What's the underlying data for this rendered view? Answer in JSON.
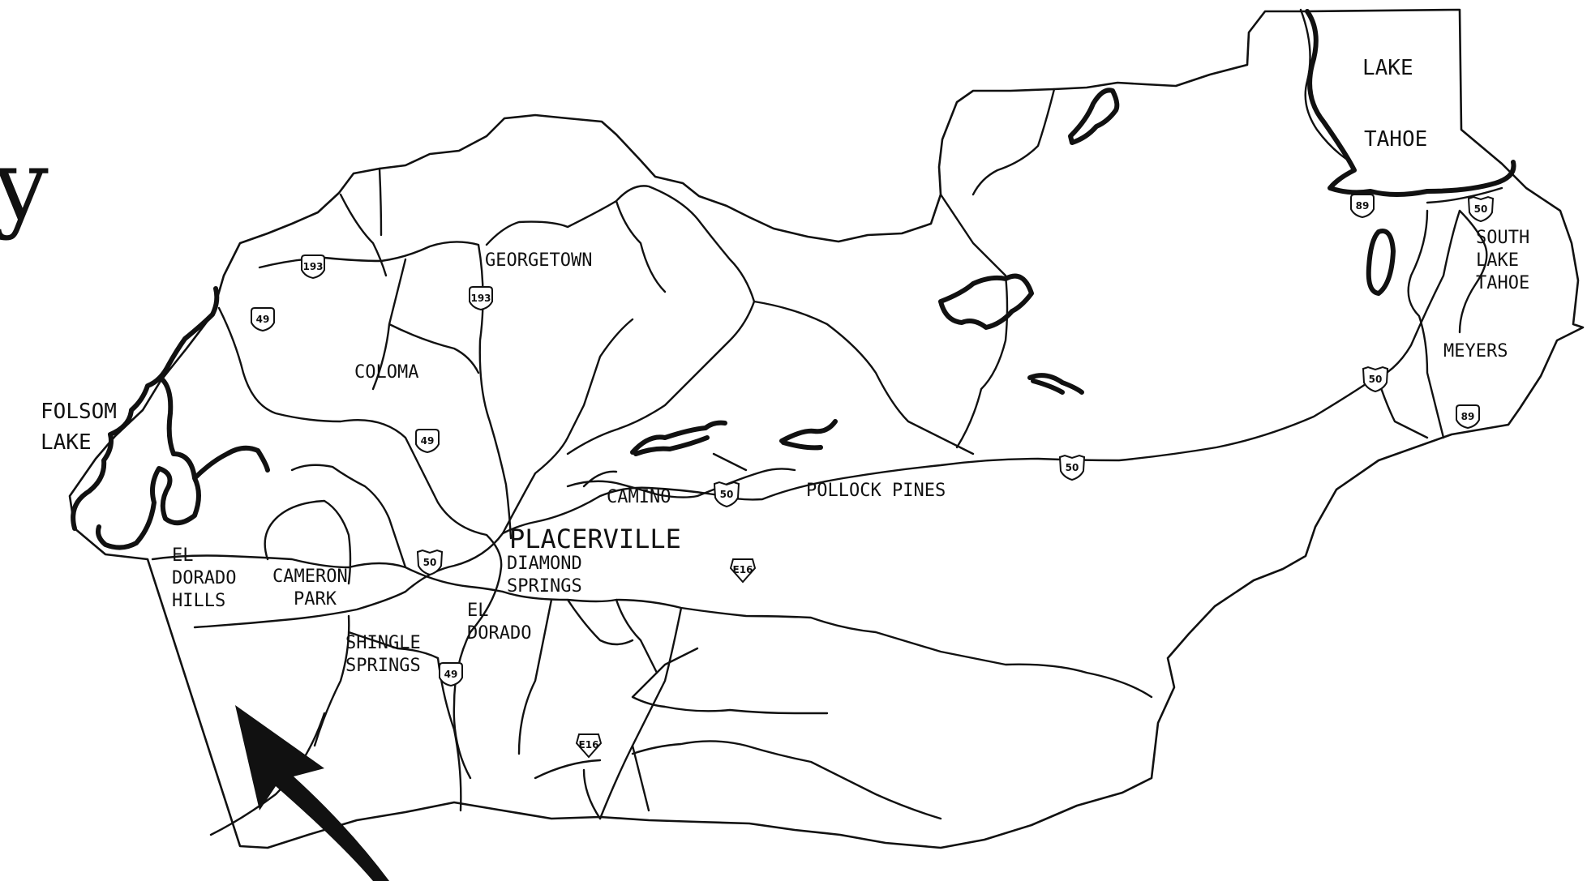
{
  "title_fragment": "y",
  "places": {
    "lake_tahoe_1": "LAKE",
    "lake_tahoe_2": "TAHOE",
    "georgetown": "GEORGETOWN",
    "coloma": "COLOMA",
    "folsom_1": "FOLSOM",
    "folsom_2": "LAKE",
    "south_lake_tahoe_1": "SOUTH",
    "south_lake_tahoe_2": "LAKE",
    "south_lake_tahoe_3": "TAHOE",
    "meyers": "MEYERS",
    "pollock_pines": "POLLOCK PINES",
    "camino": "CAMINO",
    "placerville": "PLACERVILLE",
    "diamond_springs_1": "DIAMOND",
    "diamond_springs_2": "SPRINGS",
    "el_dorado_hills_1": "EL",
    "el_dorado_hills_2": "DORADO",
    "el_dorado_hills_3": "HILLS",
    "cameron_park_1": "CAMERON",
    "cameron_park_2": "PARK",
    "el_dorado_1": "EL",
    "el_dorado_2": "DORADO",
    "shingle_springs_1": "SHINGLE",
    "shingle_springs_2": "SPRINGS"
  },
  "shields": {
    "hwy193_a": "193",
    "hwy193_b": "193",
    "hwy49_a": "49",
    "hwy49_b": "49",
    "hwy49_c": "49",
    "hwy89_a": "89",
    "hwy89_b": "89",
    "us50_a": "50",
    "us50_b": "50",
    "us50_c": "50",
    "us50_d": "50",
    "us50_e": "50",
    "e16_a": "E16",
    "e16_b": "E16"
  },
  "colors": {
    "ink": "#111111",
    "paper": "#ffffff"
  },
  "icons": {
    "arrow": "pointer-arrow-icon",
    "state_route": "state-route-shield-icon",
    "us_route": "us-route-shield-icon",
    "county_route": "county-route-shield-icon"
  }
}
